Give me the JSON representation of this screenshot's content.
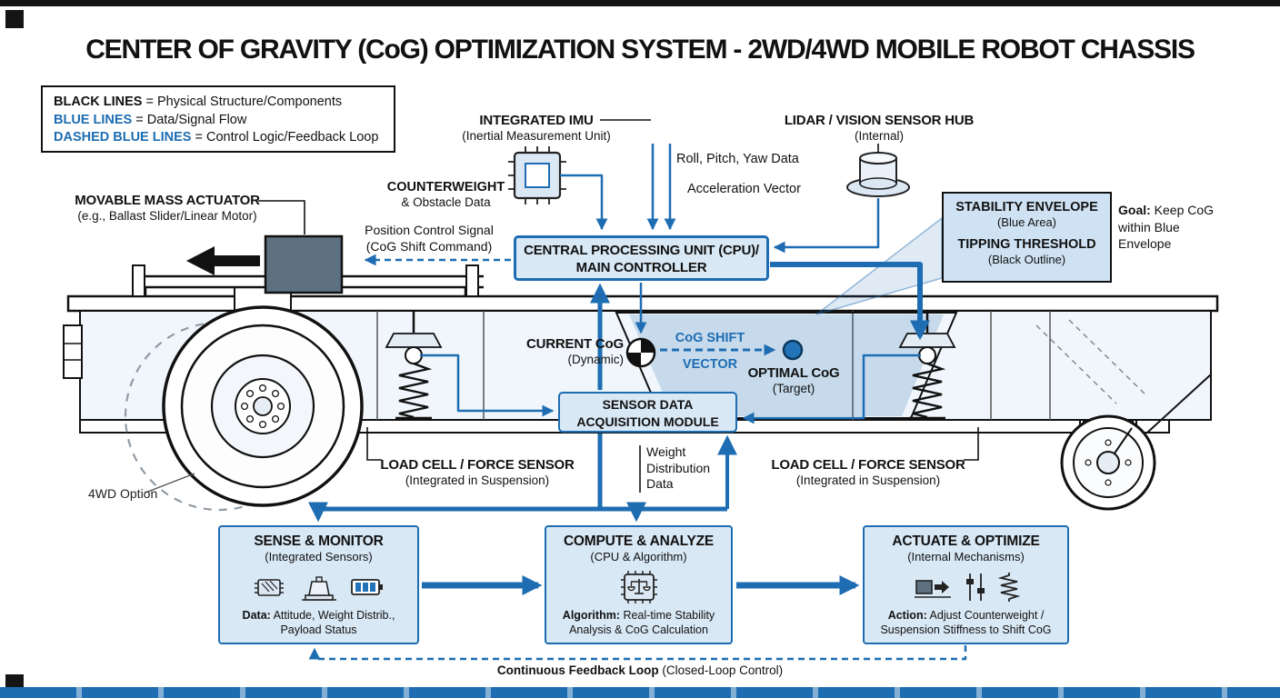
{
  "title": "CENTER OF GRAVITY (CoG) OPTIMIZATION SYSTEM - 2WD/4WD MOBILE ROBOT CHASSIS",
  "legend": {
    "items": [
      {
        "key": "BLACK LINES",
        "value": " = Physical Structure/Components"
      },
      {
        "key": "BLUE LINES",
        "value": " = Data/Signal Flow"
      },
      {
        "key": "DASHED BLUE LINES",
        "value": " = Control Logic/Feedback Loop"
      }
    ]
  },
  "sensors": {
    "imu_title": "INTEGRATED IMU",
    "imu_subtitle": "(Inertial Measurement Unit)",
    "lidar_title": "LIDAR / VISION SENSOR HUB",
    "lidar_subtitle": "(Internal)",
    "roll_pitch_yaw": "Roll, Pitch, Yaw Data",
    "acceleration": "Acceleration Vector",
    "counterweight": "COUNTERWEIGHT",
    "obstacle": "& Obstacle Data"
  },
  "actuator": {
    "title": "MOVABLE MASS ACTUATOR",
    "subtitle": "(e.g., Ballast Slider/Linear Motor)",
    "signal_line1": "Position Control Signal",
    "signal_line2": "(CoG Shift Command)"
  },
  "cpu": {
    "line1": "CENTRAL PROCESSING UNIT (CPU)/",
    "line2": "MAIN CONTROLLER"
  },
  "stability": {
    "envelope_title": "STABILITY ENVELOPE",
    "envelope_subtitle": "(Blue Area)",
    "tipping_title": "TIPPING THRESHOLD",
    "tipping_subtitle": "(Black Outline)",
    "goal_key": "Goal:",
    "goal_text": " Keep CoG within Blue Envelope"
  },
  "cog": {
    "current_title": "CURRENT CoG",
    "current_subtitle": "(Dynamic)",
    "shift_line1": "CoG SHIFT",
    "shift_line2": "VECTOR",
    "optimal_title": "OPTIMAL CoG",
    "optimal_subtitle": "(Target)"
  },
  "chassis": {
    "sensor_module_line1": "SENSOR DATA",
    "sensor_module_line2": "ACQUISITION MODULE",
    "load_cell_left_line1": "LOAD CELL / FORCE SENSOR",
    "load_cell_left_line2": "(Integrated in Suspension)",
    "load_cell_right_line1": "LOAD CELL / FORCE SENSOR",
    "load_cell_right_line2": "(Integrated in Suspension)",
    "weight_data": "Weight Distribution Data",
    "option_4wd": "4WD Option"
  },
  "process": {
    "boxes": [
      {
        "title": "SENSE & MONITOR",
        "subtitle": "(Integrated Sensors)",
        "desc_key": "Data:",
        "desc_text": " Attitude, Weight Distrib., Payload Status"
      },
      {
        "title": "COMPUTE & ANALYZE",
        "subtitle": "(CPU & Algorithm)",
        "desc_key": "Algorithm:",
        "desc_text": " Real-time Stability Analysis & CoG Calculation"
      },
      {
        "title": "ACTUATE & OPTIMIZE",
        "subtitle": "(Internal Mechanisms)",
        "desc_key": "Action:",
        "desc_text": " Adjust Counterweight / Suspension Stiffness to Shift CoG"
      }
    ],
    "feedback_key": "Continuous Feedback Loop",
    "feedback_text": " (Closed-Loop Control)"
  },
  "colors": {
    "blue": "#1e6db2",
    "light_blue": "#d9e8f5",
    "dark": "#111111"
  }
}
